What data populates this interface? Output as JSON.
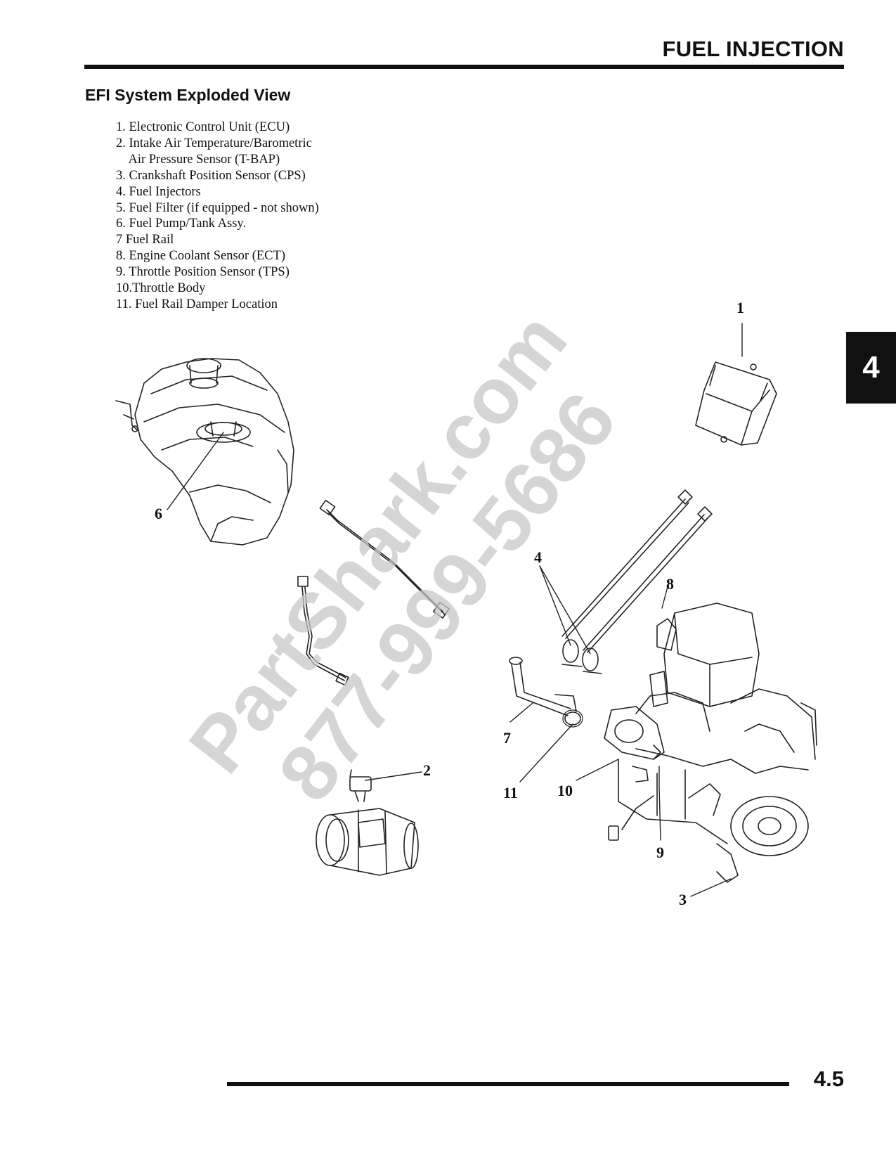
{
  "header": {
    "title": "FUEL INJECTION"
  },
  "section": {
    "title": "EFI System Exploded View"
  },
  "legend": [
    "1. Electronic Control Unit (ECU)",
    "2. Intake Air Temperature/Barometric",
    "    Air Pressure Sensor (T-BAP)",
    "3. Crankshaft Position Sensor (CPS)",
    "4. Fuel Injectors",
    "5. Fuel Filter  (if equipped - not shown)",
    "6. Fuel Pump/Tank Assy.",
    "7  Fuel Rail",
    "8. Engine Coolant Sensor (ECT)",
    "9. Throttle Position Sensor (TPS)",
    "10.Throttle Body",
    "11. Fuel Rail Damper Location"
  ],
  "callouts": {
    "c1": "1",
    "c2": "2",
    "c3": "3",
    "c4": "4",
    "c6": "6",
    "c7": "7",
    "c8": "8",
    "c9": "9",
    "c10": "10",
    "c11": "11"
  },
  "chapter_tab": "4",
  "footer": {
    "page_number": "4.5"
  },
  "watermark": {
    "line1": "PartShark.com",
    "line2": "877-999-5686"
  }
}
